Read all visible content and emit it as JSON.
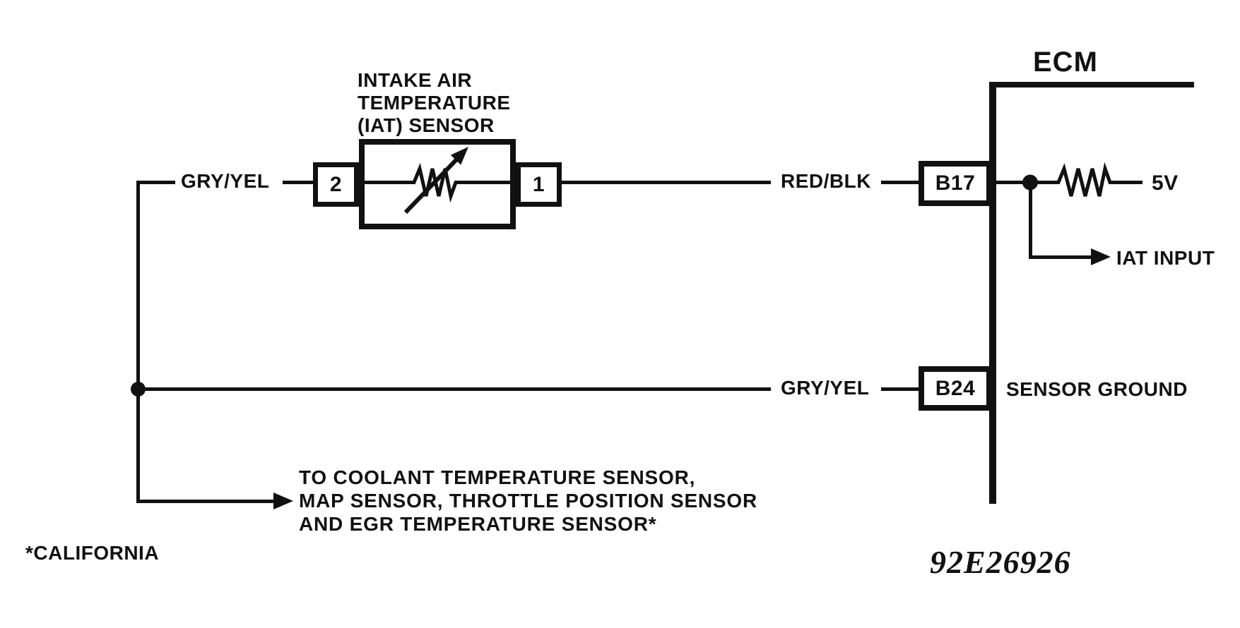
{
  "colors": {
    "ink": "#111111",
    "paper": "#ffffff"
  },
  "ecm": {
    "title": "ECM",
    "pin_b17": "B17",
    "pin_b24": "B24",
    "ref_voltage": "5V",
    "iat_input_label": "IAT INPUT",
    "sensor_ground_label": "SENSOR GROUND"
  },
  "iat_sensor": {
    "name_line1": "INTAKE AIR",
    "name_line2": "TEMPERATURE",
    "name_line3": "(IAT) SENSOR",
    "pin_2": "2",
    "pin_1": "1"
  },
  "wires": {
    "signal_left_color": "GRY/YEL",
    "signal_right_color": "RED/BLK",
    "ground_color": "GRY/YEL"
  },
  "shared_ground_note": {
    "line1": "TO COOLANT TEMPERATURE SENSOR,",
    "line2": "MAP SENSOR, THROTTLE POSITION SENSOR",
    "line3": "AND EGR TEMPERATURE SENSOR*"
  },
  "footnote": "*CALIFORNIA",
  "figure_number": "92E26926"
}
